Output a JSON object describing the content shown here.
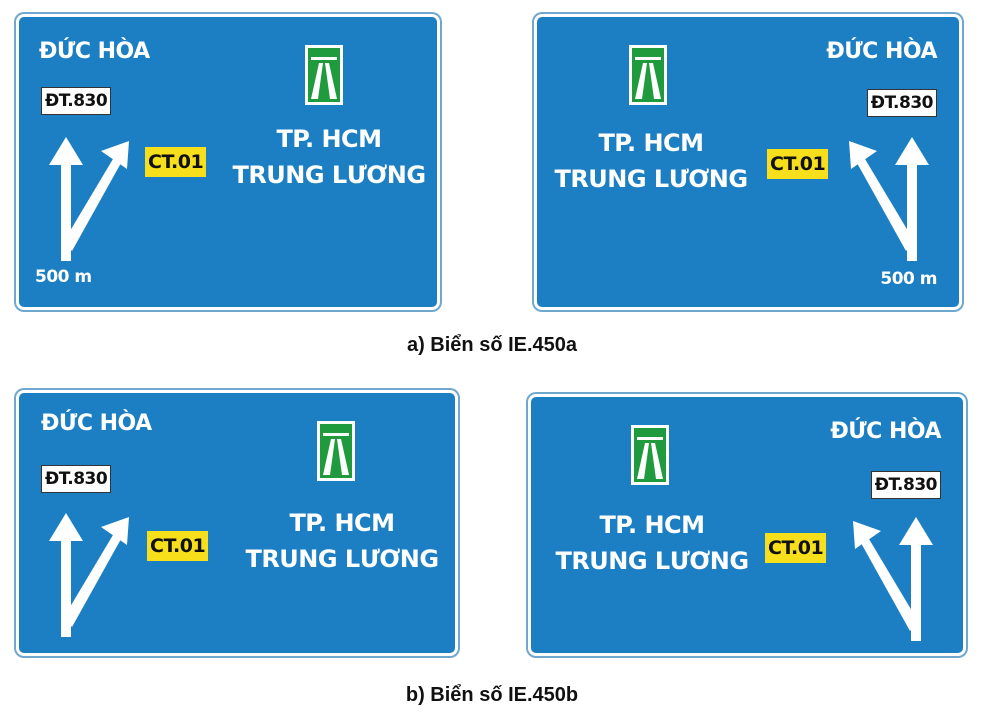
{
  "colors": {
    "sign_blue": "#1d7fc3",
    "route_yellow": "#f7e01b"
  },
  "signs": [
    {
      "destination": "ĐỨC HÒA",
      "route_white": "ĐT.830",
      "route_yellow": "CT.01",
      "city1": "TP. HCM",
      "city2": "TRUNG LƯƠNG",
      "distance": "500 m",
      "icon": "highway-icon"
    },
    {
      "destination": "ĐỨC HÒA",
      "route_white": "ĐT.830",
      "route_yellow": "CT.01",
      "city1": "TP. HCM",
      "city2": "TRUNG LƯƠNG",
      "distance": "500 m",
      "icon": "highway-icon"
    },
    {
      "destination": "ĐỨC HÒA",
      "route_white": "ĐT.830",
      "route_yellow": "CT.01",
      "city1": "TP. HCM",
      "city2": "TRUNG LƯƠNG",
      "icon": "highway-icon"
    },
    {
      "destination": "ĐỨC HÒA",
      "route_white": "ĐT.830",
      "route_yellow": "CT.01",
      "city1": "TP. HCM",
      "city2": "TRUNG LƯƠNG",
      "icon": "highway-icon"
    }
  ],
  "captions": {
    "a": "a) Biển số IE.450a",
    "b": "b) Biển số IE.450b"
  }
}
